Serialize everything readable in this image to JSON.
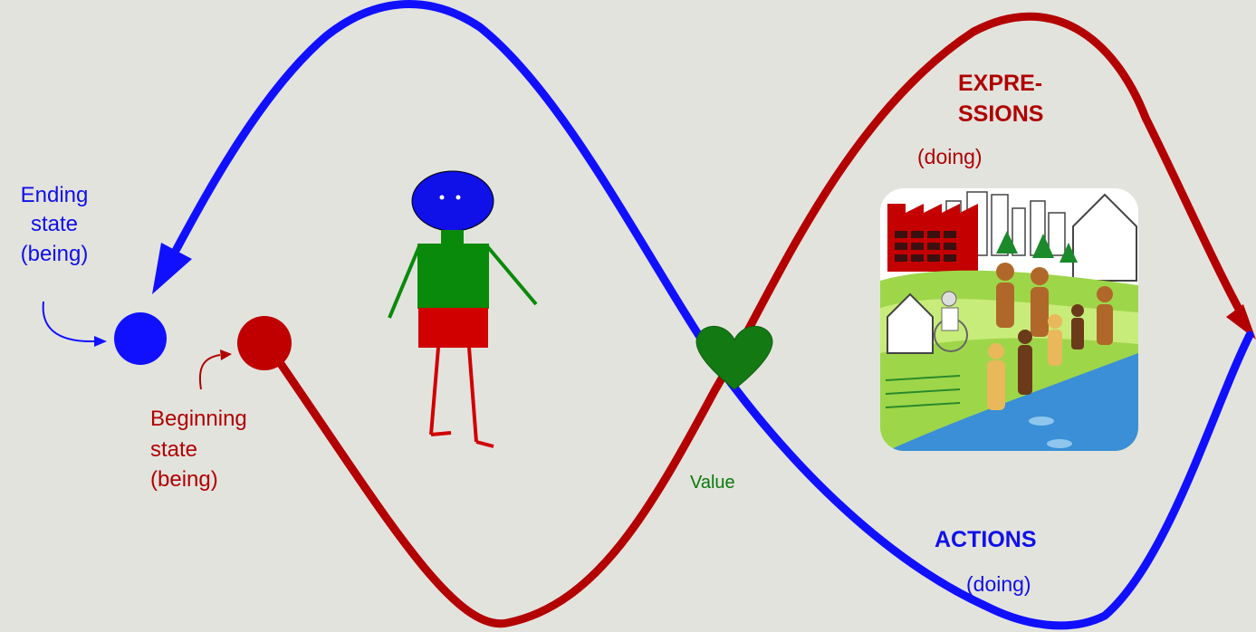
{
  "colors": {
    "background": "#e3e3de",
    "blue_path": "#1010ff",
    "red_path": "#b30000",
    "heart": "#137a13",
    "head": "#1010e8",
    "torso": "#0a8a0a",
    "shorts": "#d00000"
  },
  "labels": {
    "ending_line1": "Ending",
    "ending_line2": "state",
    "ending_line3": "(being)",
    "beginning_line1": "Beginning",
    "beginning_line2": "state",
    "beginning_line3": "(being)",
    "value": "Value",
    "expressions_line1": "EXPRE-",
    "expressions_line2": "SSIONS",
    "expressions_doing": "(doing)",
    "actions": "ACTIONS",
    "actions_doing": "(doing)"
  },
  "icons": {
    "heart": "heart-icon",
    "community": "community-landscape-illustration",
    "figure": "stick-figure-person"
  }
}
